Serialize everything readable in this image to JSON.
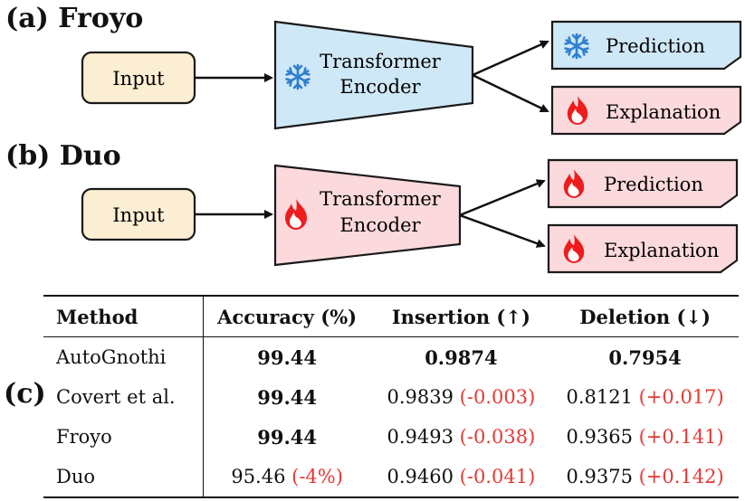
{
  "panels": {
    "a": {
      "label": "(a) Froyo",
      "input": "Input",
      "encoder": [
        "Transformer",
        "Encoder"
      ],
      "encoder_icon": "snowflake-icon",
      "encoder_color": "#cfe8f7",
      "outputs": [
        {
          "label": "Prediction",
          "icon": "snowflake-icon",
          "color": "#cfe8f7"
        },
        {
          "label": "Explanation",
          "icon": "flame-icon",
          "color": "#fbd9dc"
        }
      ]
    },
    "b": {
      "label": "(b) Duo",
      "input": "Input",
      "encoder": [
        "Transformer",
        "Encoder"
      ],
      "encoder_icon": "flame-icon",
      "encoder_color": "#fbd9dc",
      "outputs": [
        {
          "label": "Prediction",
          "icon": "flame-icon",
          "color": "#fbd9dc"
        },
        {
          "label": "Explanation",
          "icon": "flame-icon",
          "color": "#fbd9dc"
        }
      ]
    },
    "c": {
      "label": "(c)"
    }
  },
  "colors": {
    "input_fill": "#fbeed2",
    "snowflake": "#2f7fd0",
    "flame": "#ee1c1c",
    "delta": "#e53935"
  },
  "table": {
    "headers": [
      "Method",
      "Accuracy (%)",
      "Insertion (↑)",
      "Deletion (↓)"
    ],
    "rows": [
      {
        "method": "AutoGnothi",
        "accuracy": "99.44",
        "accuracy_delta": "",
        "insertion": "0.9874",
        "insertion_delta": "",
        "deletion": "0.7954",
        "deletion_delta": ""
      },
      {
        "method": "Covert et al.",
        "accuracy": "99.44",
        "accuracy_delta": "",
        "insertion": "0.9839",
        "insertion_delta": "(-0.003)",
        "deletion": "0.8121",
        "deletion_delta": "(+0.017)"
      },
      {
        "method": "Froyo",
        "accuracy": "99.44",
        "accuracy_delta": "",
        "insertion": "0.9493",
        "insertion_delta": "(-0.038)",
        "deletion": "0.9365",
        "deletion_delta": "(+0.141)"
      },
      {
        "method": "Duo",
        "accuracy": "95.46",
        "accuracy_delta": "(-4%)",
        "insertion": "0.9460",
        "insertion_delta": "(-0.041)",
        "deletion": "0.9375",
        "deletion_delta": "(+0.142)"
      }
    ]
  }
}
